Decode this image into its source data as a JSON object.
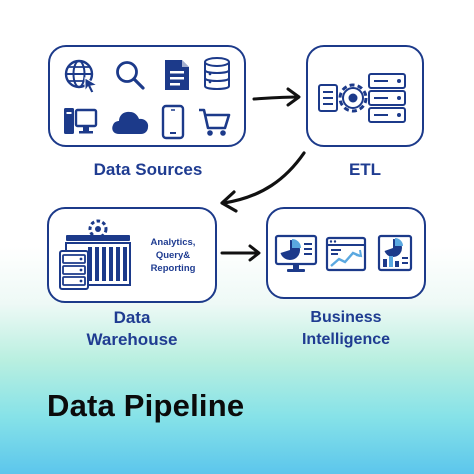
{
  "title": "Data Pipeline",
  "nodes": {
    "data_sources": {
      "label": "Data Sources"
    },
    "etl": {
      "label": "ETL"
    },
    "warehouse": {
      "label_line1": "Data",
      "label_line2": "Warehouse",
      "caption_line1": "Analytics,",
      "caption_line2": "Query&",
      "caption_line3": "Reporting"
    },
    "bi": {
      "label_line1": "Business",
      "label_line2": "Intelligence"
    }
  },
  "icons": {
    "data_sources": [
      "globe-cursor-icon",
      "search-icon",
      "document-icon",
      "database-icon",
      "desktop-icon",
      "cloud-icon",
      "smartphone-icon",
      "shopping-cart-icon"
    ],
    "etl": [
      "gear-server-icon"
    ],
    "warehouse": [
      "warehouse-server-icon"
    ],
    "bi": [
      "monitor-pie-chart-icon",
      "browser-line-chart-icon",
      "report-chart-icon"
    ]
  },
  "colors": {
    "accent": "#1c3a8a",
    "text": "#1f3c91",
    "title": "#0b0b0b"
  }
}
